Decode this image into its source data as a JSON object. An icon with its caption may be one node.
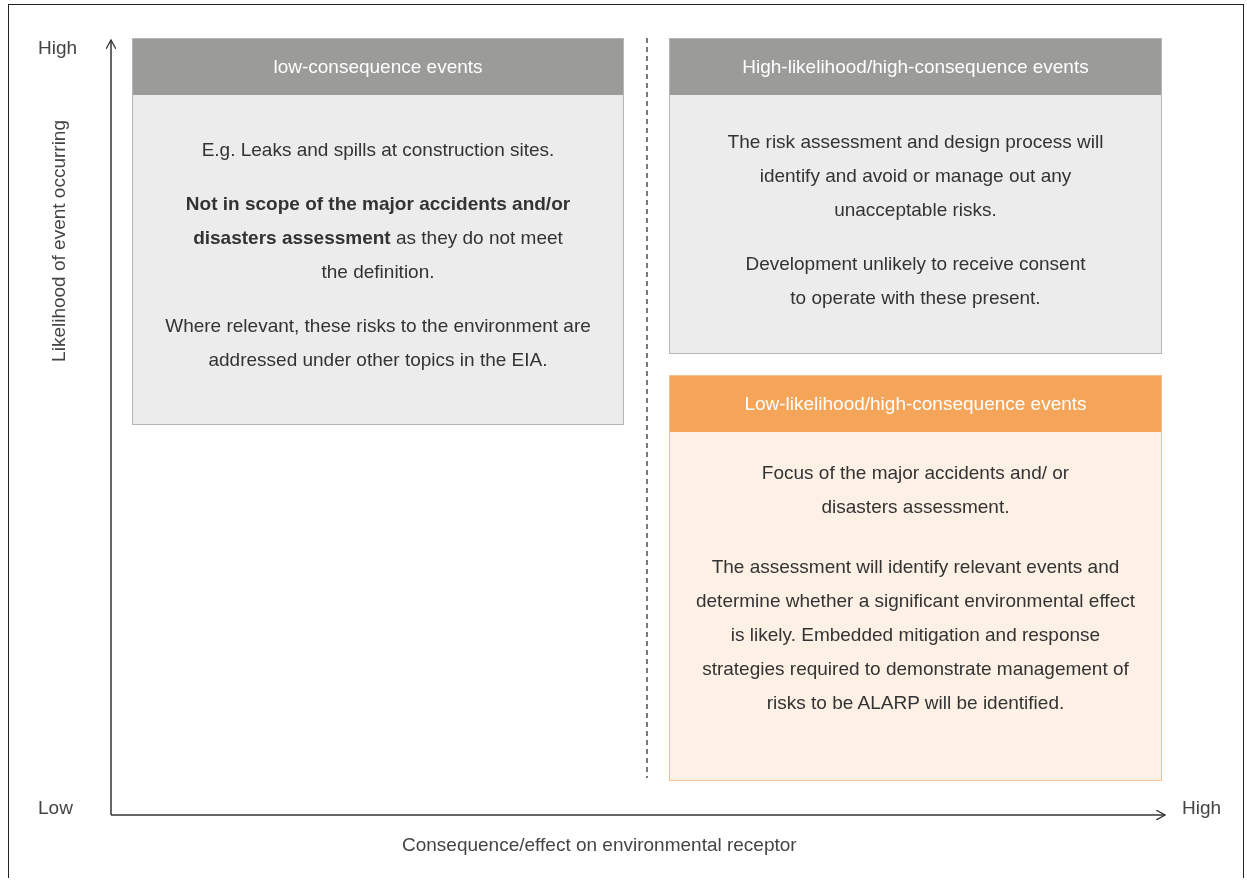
{
  "diagram": {
    "nodes": [
      {
        "text": [
          "low-consequence events",
          "E.g. Leaks and spills at construction sites.",
          "**Not in scope of the major accidents and/or disasters assessment** as they do not meet the definition.",
          "Where relevant, these risks to the environment are addressed under other topics in the EIA."
        ]
      },
      {
        "text": [
          "High-likelihood/high-consequence events",
          "The risk assessment and design process will identify and avoid or manage out any unacceptable risks.",
          "Development unlikely to receive consent to operate with these present."
        ]
      },
      {
        "text": [
          "Low-likelihood/high-consequence events",
          "Focus of the major accidents and/ or disasters assessment.",
          "The assessment will identify relevant events and determine whether a significant environmental effect is likely. Embedded mitigation and response strategies required to demonstrate management of risks to be ALARP will be identified."
        ]
      }
    ],
    "edges": [],
    "labels": [
      "High",
      "Likelihood of event occurring",
      "Low",
      "High",
      "Consequence/effect on environmental receptor"
    ]
  }
}
